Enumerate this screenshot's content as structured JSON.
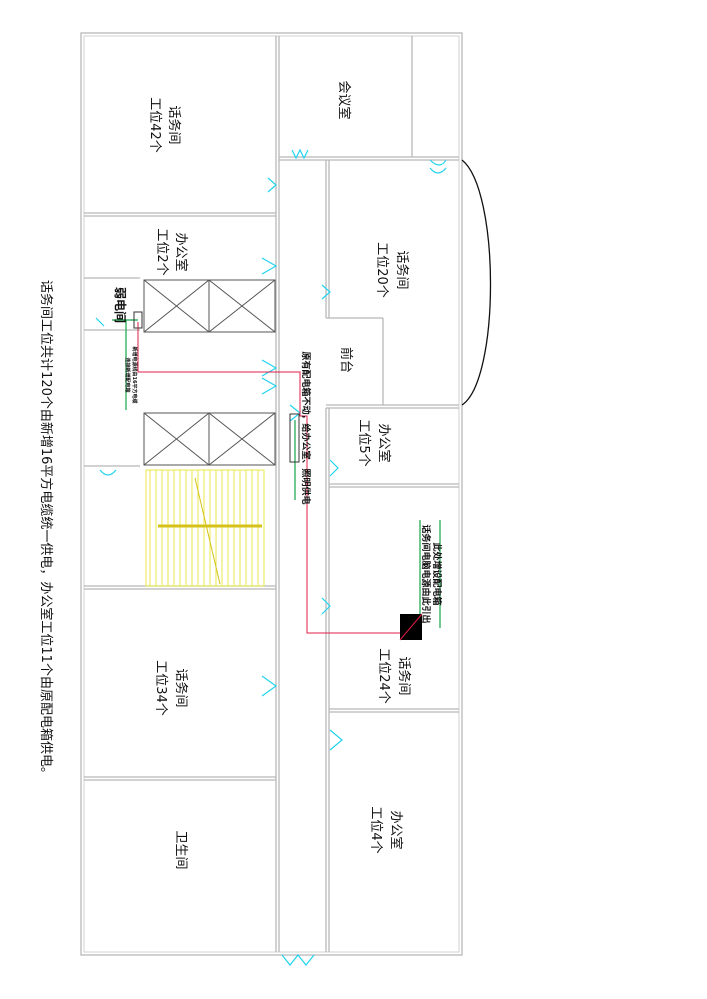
{
  "rooms": {
    "top_left": {
      "name": "话务间",
      "seats": "工位42个"
    },
    "meeting": {
      "name": "会议室"
    },
    "office_left_2": {
      "name": "办公室",
      "seats": "工位2个"
    },
    "weak_room": {
      "name": "弱电间"
    },
    "right_top": {
      "name": "话务间",
      "seats": "工位20个"
    },
    "front_desk": {
      "name": "前台"
    },
    "office_right_5": {
      "name": "办公室",
      "seats": "工位5个"
    },
    "right_mid": {
      "name": "话务间",
      "seats": "工位24个"
    },
    "left_lower": {
      "name": "话务间",
      "seats": "工位34个"
    },
    "office_right_4": {
      "name": "办公室",
      "seats": "工位4个"
    },
    "restroom": {
      "name": "卫生间"
    }
  },
  "annotations": {
    "main_note": "话务间工位共计120个由新增16平方电缆统一供电，办公室工位11个由原配电箱供电。",
    "corridor_note": "原有配电箱不动，给办公室、照明供电",
    "box_note_1": "此处增设配电箱",
    "box_note_2": "话务间电脑电源由此引出",
    "weak_note_1": "新增电源线由16平方电缆",
    "weak_note_2": "连接新增配电箱"
  },
  "colors": {
    "wall": "#b8b8b8",
    "door": "#22d3ee",
    "cable": "#e11d48",
    "green": "#16a34a",
    "stair": "#e8e84a",
    "box": "#000000"
  }
}
